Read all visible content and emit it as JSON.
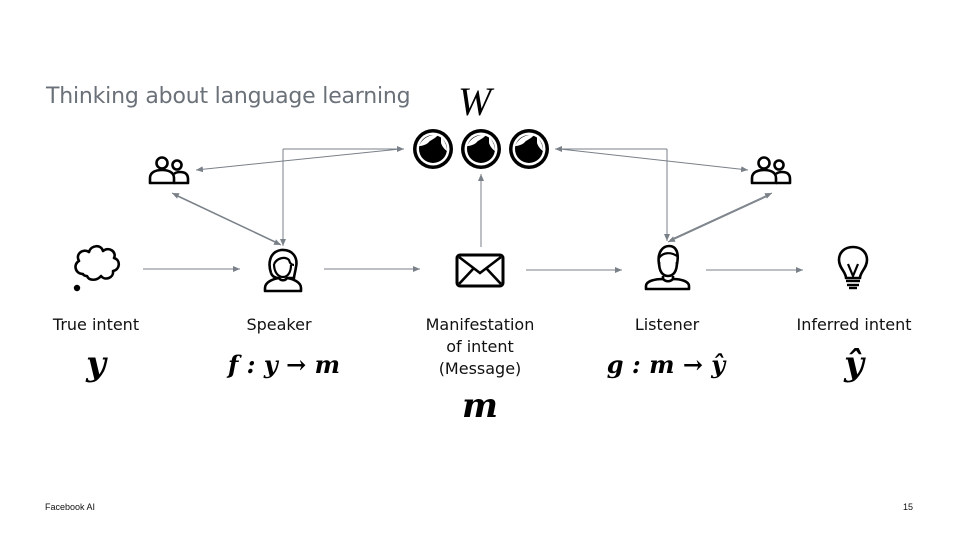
{
  "slide": {
    "title": "Thinking about language learning",
    "footer_left": "Facebook AI",
    "page_number": "15"
  },
  "world": {
    "symbol": "W",
    "icon": "globe-icon",
    "count": 3
  },
  "communities": [
    {
      "icon": "group-icon",
      "position": "left"
    },
    {
      "icon": "group-icon",
      "position": "right"
    }
  ],
  "pipeline": [
    {
      "id": "true-intent",
      "icon": "thought-bubble-icon",
      "label": "True intent",
      "math": "y"
    },
    {
      "id": "speaker",
      "icon": "woman-user-icon",
      "label": "Speaker",
      "math": "f : y → m"
    },
    {
      "id": "message",
      "icon": "envelope-icon",
      "label_lines": [
        "Manifestation",
        "of intent",
        "(Message)"
      ],
      "math": "m"
    },
    {
      "id": "listener",
      "icon": "man-user-icon",
      "label": "Listener",
      "math": "g : m → ŷ"
    },
    {
      "id": "inferred-intent",
      "icon": "lightbulb-icon",
      "label": "Inferred intent",
      "math": "ŷ"
    }
  ],
  "colors": {
    "title": "#6b7178",
    "arrow": "#7a8088",
    "icon": "#000000"
  }
}
